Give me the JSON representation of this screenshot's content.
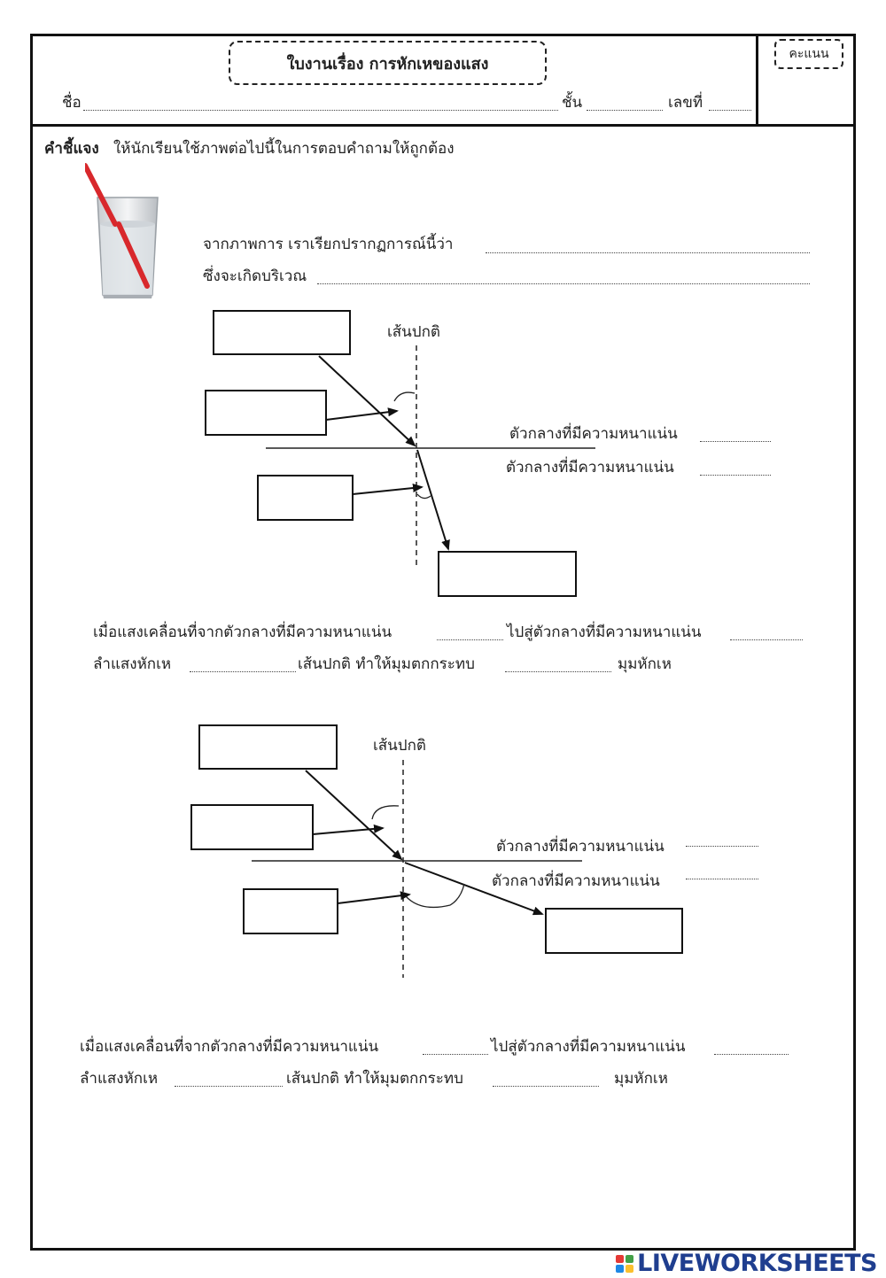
{
  "header": {
    "title": "ใบงานเรื่อง การหักเหของแสง",
    "score_label": "คะแนน",
    "name_label": "ชื่อ",
    "class_label": "ชั้น",
    "number_label": "เลขที่"
  },
  "instructions": {
    "label": "คำชี้แจง",
    "text": "ให้นักเรียนใช้ภาพต่อไปนี้ในการตอบคำถามให้ถูกต้อง"
  },
  "question1": {
    "line1": "จากภาพการ เราเรียกปรากฏการณ์นี้ว่า",
    "line2": "ซึ่งจะเกิดบริเวณ"
  },
  "diagram1": {
    "normal_label": "เส้นปกติ",
    "medium_top": "ตัวกลางที่มีความหนาแน่น",
    "medium_bottom": "ตัวกลางที่มีความหนาแน่น"
  },
  "sentence1": {
    "part1": "เมื่อแสงเคลื่อนที่จากตัวกลางที่มีความหนาแน่น",
    "part2": "ไปสู่ตัวกลางที่มีความหนาแน่น",
    "part3": "ลำแสงหักเห",
    "part4": "เส้นปกติ ทำให้มุมตกกระทบ",
    "part5": "มุมหักเห"
  },
  "diagram2": {
    "normal_label": "เส้นปกติ",
    "medium_top": "ตัวกลางที่มีความหนาแน่น",
    "medium_bottom": "ตัวกลางที่มีความหนาแน่น"
  },
  "sentence2": {
    "part1": "เมื่อแสงเคลื่อนที่จากตัวกลางที่มีความหนาแน่น",
    "part2": "ไปสู่ตัวกลางที่มีความหนาแน่น",
    "part3": "ลำแสงหักเห",
    "part4": "เส้นปกติ ทำให้มุมตกกระทบ",
    "part5": "มุมหักเห"
  },
  "footer": {
    "logo_text": "LIVEWORKSHEETS"
  },
  "colors": {
    "straw": "#d8282c",
    "logo": "#1f3e8f"
  }
}
